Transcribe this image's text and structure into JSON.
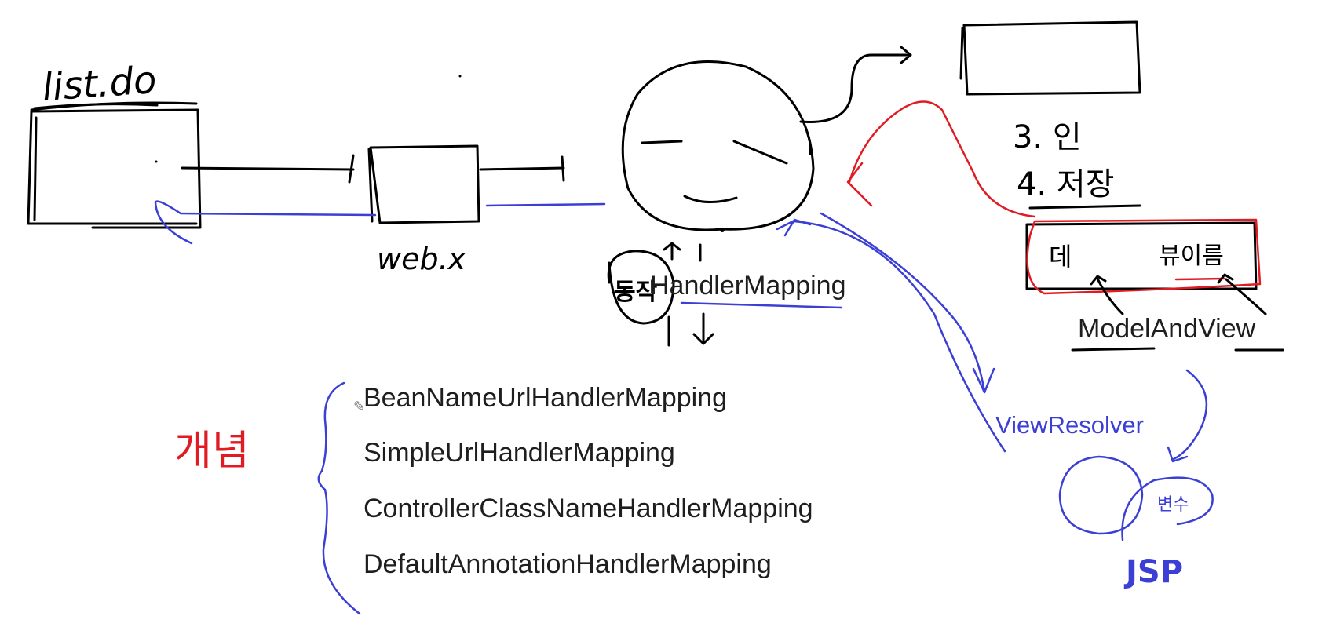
{
  "colors": {
    "ink": "#000000",
    "blue": "#3b3fd6",
    "red": "#e01b24",
    "text": "#1e1e1e"
  },
  "labels": {
    "request": "list.do",
    "web_xml": "web.x",
    "handler_mapping": "HandlerMapping",
    "circled_note": "동작",
    "arrows_note": "↑↓",
    "step3": "3. 인",
    "step4": "4. 저장",
    "box_left": "데",
    "box_right": "뷰이름",
    "model_and_view": "ModelAndView",
    "view_resolver": "ViewResolver",
    "jsp_circle_note": "변수",
    "jsp": "JSP",
    "bracket_note": "개념"
  },
  "mapping_types": [
    "BeanNameUrlHandlerMapping",
    "SimpleUrlHandlerMapping",
    "ControllerClassNameHandlerMapping",
    "DefaultAnnotationHandlerMapping"
  ]
}
